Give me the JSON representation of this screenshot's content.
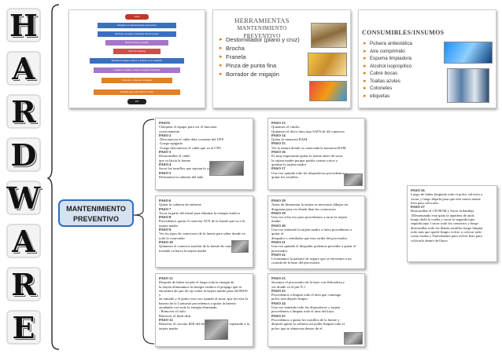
{
  "side_title_letters": [
    "H",
    "A",
    "R",
    "D",
    "W",
    "A",
    "R",
    "E"
  ],
  "center_label": "MANTENIMIENTO PREVENTIVO",
  "flowchart": {
    "steps": [
      "Inicio",
      "Realizar el mantenimiento preventivo",
      "Revisar el equipo reportado funcione bien",
      "Desconectar el equipo",
      "Abrir la maquina",
      "Desarmar equipo interior y limpiar en el soplador",
      "Limpiar el equipo y lavar el equipo limpiando",
      "Conectar y prender el equipo",
      "Verificar que todo este en orden",
      "Fin"
    ]
  },
  "tools_slide": {
    "title_line1": "HERRAMIENTAS",
    "title_line2": "MANTENIMIENTO PREVENTIVO",
    "items": [
      "Destornillador (plano y cruz)",
      "Brocha",
      "Franela",
      "Pinza de punta fina",
      "Borrador de migajón"
    ]
  },
  "consumables_slide": {
    "title": "CONSUMIBLES/INSUMOS",
    "items": [
      "Pulsera antiestática",
      "Aire comprimido",
      "Espuma limpiadora",
      "Alcohol isopropílico",
      "Cubre bocas",
      "Toallas azules",
      "Cotonetes",
      "etiquetas"
    ]
  },
  "panels": [
    {
      "lines": [
        {
          "t": "PASO1",
          "b": true
        },
        {
          "t": "Chequear el equipo para ver el funciona"
        },
        {
          "t": "correctamente."
        },
        {
          "t": "PASO 2",
          "b": true
        },
        {
          "t": "-Desconectar el cable dela corriente del UPS"
        },
        {
          "t": "-Luego apagarlo"
        },
        {
          "t": "-Luego desconectar el cable que va al CPU"
        },
        {
          "t": "PASO 3",
          "b": true
        },
        {
          "t": "Desatornillar el cable"
        },
        {
          "t": "que va hacia la fuente"
        },
        {
          "t": "PASO 4",
          "b": true
        },
        {
          "t": "Sacar los tornillos que sujetan la cubierta del CPU"
        },
        {
          "t": "PASO 5",
          "b": true
        },
        {
          "t": "Desmontar la cubierta del lado"
        }
      ]
    },
    {
      "lines": [
        {
          "t": "PASO 6",
          "b": true
        },
        {
          "t": "Quitar la cubierta de enfrente"
        },
        {
          "t": "PASO 7",
          "b": true
        },
        {
          "t": "Tocar la parte del metal para eliminar la energía estática"
        },
        {
          "t": "PASO 8",
          "b": true
        },
        {
          "t": "Procedemos quitar el conector ATX de la fuente que va a la"
        },
        {
          "t": "tarjeta madre"
        },
        {
          "t": "PASO 9",
          "b": true
        },
        {
          "t": "Ver los tipos de conectores de la fuente para saber donde va"
        },
        {
          "t": "todo lo conectado"
        },
        {
          "t": "PASO 10",
          "b": true
        },
        {
          "t": "Quitamos el conector auxiliar de la fuente de conectores que"
        },
        {
          "t": "traslada va hacia la tarjeta madre"
        }
      ]
    },
    {
      "lines": [
        {
          "t": "PASO 11",
          "b": true
        },
        {
          "t": "Después de haber tocado el fuego toda la energía de"
        },
        {
          "t": "la tarjeta eliminamos la energía estática el pospigo que se"
        },
        {
          "t": "encuentra alo por de ojo sobre la tarjeta madre para del BIOS y"
        },
        {
          "t": "en tomado y el pomo vizo veo usando al sacar, que los esta la"
        },
        {
          "t": "batería de la Contraste procedemos a quitar la batería"
        },
        {
          "t": "ayudando con todo la energía eliminada."
        },
        {
          "t": "- Remover el riafo."
        },
        {
          "t": "Remover el flash disk"
        },
        {
          "t": "PASO 12",
          "b": true
        },
        {
          "t": "Remover el circuito IDE del disco duro que este sujetando a la"
        },
        {
          "t": "tarjeta madre"
        }
      ]
    },
    {
      "lines": [
        {
          "t": "PASO 13",
          "b": true
        },
        {
          "t": "Quitamos el cincho"
        },
        {
          "t": "Quitamos el disco duro tipo SATA de 44 contactos"
        },
        {
          "t": "PASO 14",
          "b": true
        },
        {
          "t": "Quitar la memoria RAM."
        },
        {
          "t": "PASO 15",
          "b": true
        },
        {
          "t": "Ver la ranura donde va conectada la memoria RAM"
        },
        {
          "t": "PASO 16",
          "b": true
        },
        {
          "t": "Es muy importante quitar la fuente antes de sacar"
        },
        {
          "t": "la tarjeta madre porque podría causar cortos y"
        },
        {
          "t": "quebrar la tarjeta madre."
        },
        {
          "t": "PASO 17",
          "b": true
        },
        {
          "t": "Una vez quitado todo los dispositivos procedemos a"
        },
        {
          "t": "quitar los tornillos."
        }
      ]
    },
    {
      "lines": [
        {
          "t": "PASO 18",
          "b": true
        },
        {
          "t": "Antes de desmontar la tarjeta es necesario dibujar un"
        },
        {
          "t": "diagrama para ver donde iban los conectores"
        },
        {
          "t": "PASO 19",
          "b": true
        },
        {
          "t": "Una vez echo eso puro procedemos a sacar la tarjeta"
        },
        {
          "t": "madre."
        },
        {
          "t": "PASO 20",
          "b": true
        },
        {
          "t": "Una vez teniendo la tarjeta madre a fuera procedemos a"
        },
        {
          "t": "quitar el"
        },
        {
          "t": "disipador o ventilador que esta arriba del procesador"
        },
        {
          "t": "PASO 21",
          "b": true
        },
        {
          "t": "Una vez quitado el disipador podemos proceder a quitar el"
        },
        {
          "t": "procesador"
        },
        {
          "t": "PASO 22",
          "b": true
        },
        {
          "t": "Levantamos la palanca de seguro que se encuentra a un"
        },
        {
          "t": "costado de la base del procesador"
        }
      ]
    },
    {
      "lines": [
        {
          "t": "PASO 23",
          "b": true
        },
        {
          "t": "Sacamos el procesador de la base con delicadeza y"
        },
        {
          "t": "ver donde va el pin N.1"
        },
        {
          "t": "PASO 23",
          "b": true
        },
        {
          "t": "Procedemos a limpiar todo el área que contenga"
        },
        {
          "t": "polvo esta dejarlo limpio."
        },
        {
          "t": "PASO 24",
          "b": true
        },
        {
          "t": "Una vez teniendo todo los dispositivos y tarjeta"
        },
        {
          "t": "procedemos a limpiar todo el área del kayo."
        },
        {
          "t": "PASO 25",
          "b": true
        },
        {
          "t": "Procedemos a quitar los tornillos de la fuente y"
        },
        {
          "t": "después quitar la cubierta así poder limpiar todo el"
        },
        {
          "t": "polvo que se almacena dentro de el."
        }
      ]
    },
    {
      "lines": [
        {
          "t": "PASO 26",
          "b": true
        },
        {
          "t": "Luego de haber limpiado todo el polvo volvería a"
        },
        {
          "t": "cerrar y luego dejarla para que este nueva mente"
        },
        {
          "t": "lista para colocarlo"
        },
        {
          "t": "PASO 27",
          "b": true
        },
        {
          "t": "Destornillar el CD ROM y Sacar la bandeja"
        },
        {
          "t": "1Desarmando esta quita la tapadera de atrás"
        },
        {
          "t": "luego darle la vuelta y sacar la segunda tapa"
        },
        {
          "t": "seguida tapa 1 sacar todo los contactos y luego"
        },
        {
          "t": "destornillar todo las demás tornillos luego limpiar"
        },
        {
          "t": "todo más que quede limpio volver a colocar todo"
        },
        {
          "t": "como estaba y Nuevamente para volver listo para"
        },
        {
          "t": "colocarlo dentro del kayo"
        }
      ]
    }
  ]
}
